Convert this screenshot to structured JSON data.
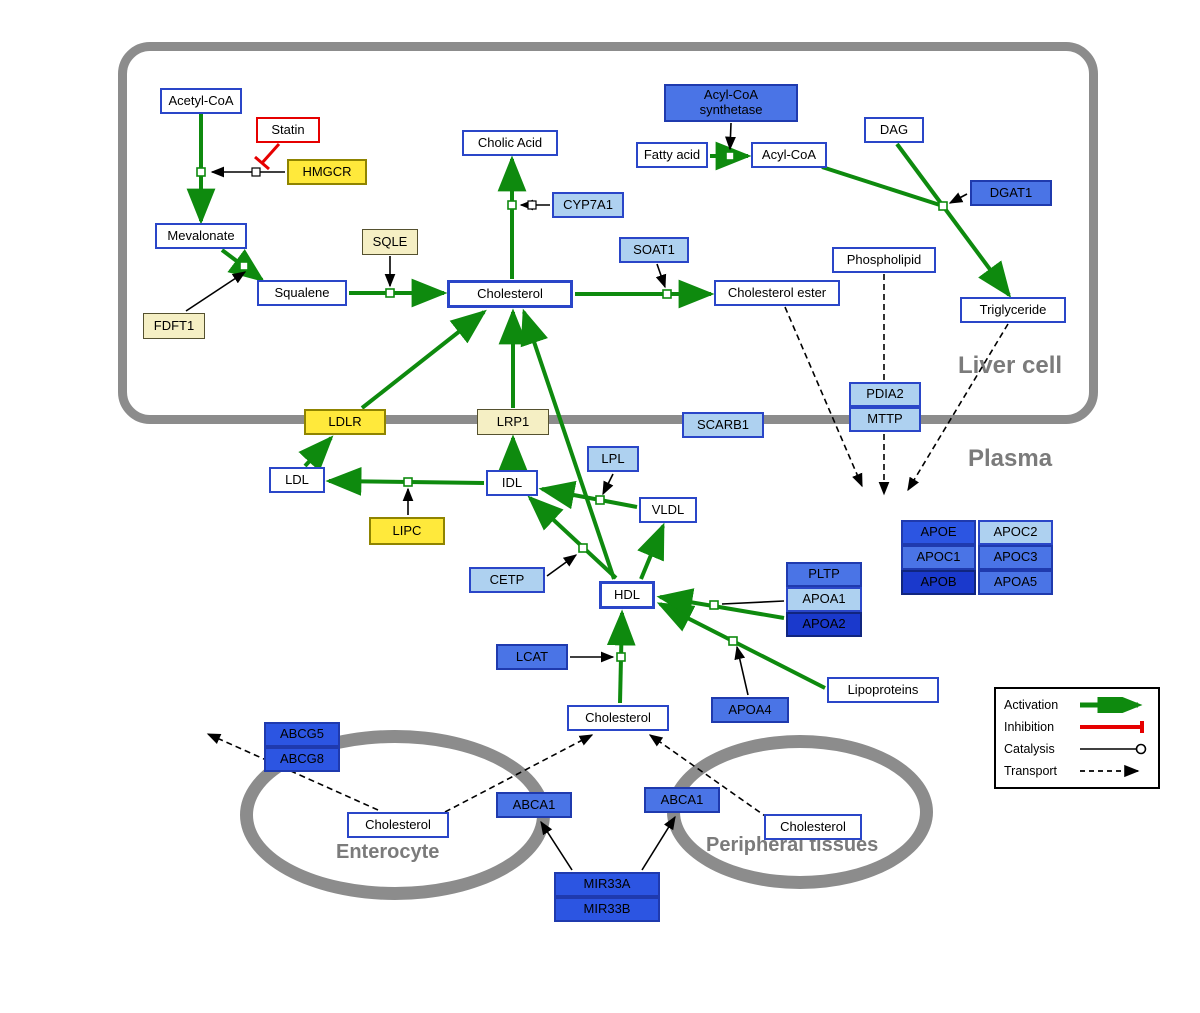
{
  "regions": {
    "liver": "Liver cell",
    "plasma": "Plasma",
    "enterocyte": "Enterocyte",
    "peripheral": "Peripheral tissues"
  },
  "nodes": {
    "acetyl_coa": "Acetyl-CoA",
    "statin": "Statin",
    "hmgcr": "HMGCR",
    "mevalonate": "Mevalonate",
    "sqle": "SQLE",
    "fdft1": "FDFT1",
    "squalene": "Squalene",
    "cholesterol_liver": "Cholesterol",
    "cholic_acid": "Cholic Acid",
    "cyp7a1": "CYP7A1",
    "soat1": "SOAT1",
    "cholesterol_ester": "Cholesterol ester",
    "acyl_coa_synthetase": "Acyl-CoA synthetase",
    "fatty_acid": "Fatty acid",
    "acyl_coa": "Acyl-CoA",
    "dag": "DAG",
    "dgat1": "DGAT1",
    "phospholipid": "Phospholipid",
    "triglyceride": "Triglyceride",
    "pdia2": "PDIA2",
    "mttp": "MTTP",
    "ldlr": "LDLR",
    "lrp1": "LRP1",
    "scarb1": "SCARB1",
    "ldl": "LDL",
    "idl": "IDL",
    "lpl": "LPL",
    "vldl": "VLDL",
    "lipc": "LIPC",
    "cetp": "CETP",
    "hdl": "HDL",
    "pltp": "PLTP",
    "apoa1": "APOA1",
    "apoa2": "APOA2",
    "lcat": "LCAT",
    "apoa4": "APOA4",
    "lipoproteins": "Lipoproteins",
    "apoe": "APOE",
    "apoc2": "APOC2",
    "apoc1": "APOC1",
    "apoc3": "APOC3",
    "apob": "APOB",
    "apoa5": "APOA5",
    "cholesterol_plasma": "Cholesterol",
    "abcg5": "ABCG5",
    "abcg8": "ABCG8",
    "cholesterol_enterocyte": "Cholesterol",
    "abca1_enterocyte": "ABCA1",
    "abca1_peripheral": "ABCA1",
    "cholesterol_peripheral": "Cholesterol",
    "mir33a": "MIR33A",
    "mir33b": "MIR33B"
  },
  "legend": {
    "activation": "Activation",
    "inhibition": "Inhibition",
    "catalysis": "Catalysis",
    "transport": "Transport"
  },
  "colors": {
    "activation_green": "#0E8A0E",
    "inhibition_red": "#E60000",
    "membrane_gray": "#8C8C8C",
    "node_border_blue": "#2A46C8",
    "yellow": "#FFE93B",
    "pale_yellow": "#F5EFC4",
    "light_blue": "#AED1F0",
    "mid_blue": "#4A74E6",
    "blue": "#2C55E2",
    "dark_blue": "#1A39CC"
  }
}
